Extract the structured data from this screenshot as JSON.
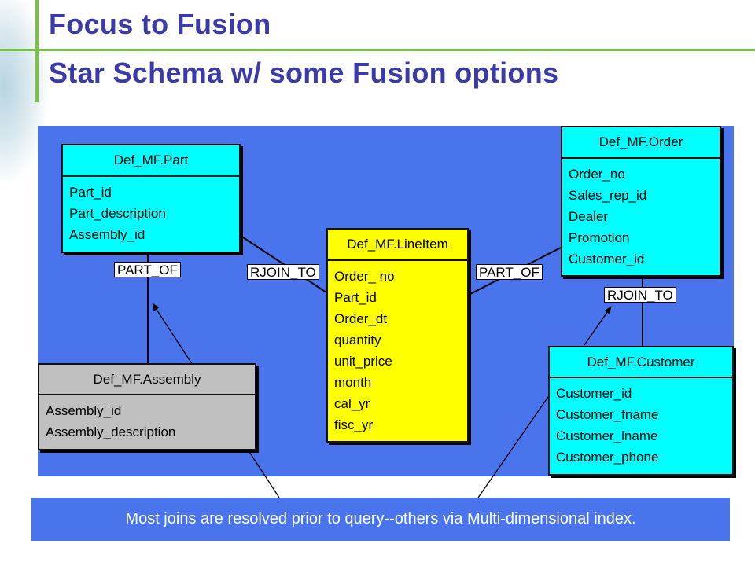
{
  "header": {
    "title": "Focus to Fusion",
    "subtitle": "Star Schema w/ some Fusion options"
  },
  "entities": {
    "part": {
      "name": "Def_MF.Part",
      "fields": [
        "Part_id",
        "Part_description",
        "Assembly_id"
      ]
    },
    "lineitem": {
      "name": "Def_MF.LineItem",
      "fields": [
        "Order_ no",
        "Part_id",
        "Order_dt",
        "quantity",
        "unit_price",
        "month",
        "cal_yr",
        "fisc_yr"
      ]
    },
    "order": {
      "name": "Def_MF.Order",
      "fields": [
        "Order_no",
        "Sales_rep_id",
        "Dealer",
        "Promotion",
        "Customer_id"
      ]
    },
    "assembly": {
      "name": "Def_MF.Assembly",
      "fields": [
        "Assembly_id",
        "Assembly_description"
      ]
    },
    "customer": {
      "name": "Def_MF.Customer",
      "fields": [
        "Customer_id",
        "Customer_fname",
        "Customer_lname",
        "Customer_phone"
      ]
    }
  },
  "relations": {
    "part_of_left": "PART_OF",
    "rjoin_left": "RJOIN_TO",
    "part_of_right": "PART_OF",
    "rjoin_right": "RJOIN_TO"
  },
  "note": "Most joins are resolved prior to query--others via Multi-dimensional index.",
  "colors": {
    "title": "#3a3aa8",
    "accent_line": "#76c442",
    "canvas": "#4a74ec",
    "entity_cyan": "#00ffff",
    "entity_yellow": "#ffff00",
    "entity_gray": "#c0c0c0"
  }
}
